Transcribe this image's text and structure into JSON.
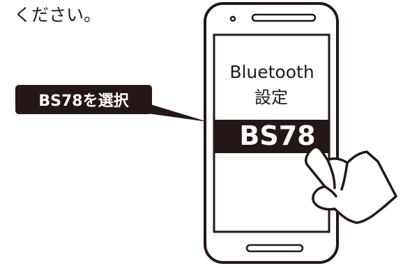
{
  "instruction_fragment": "ください。",
  "callout": {
    "label": "BS78を選択"
  },
  "phone_screen": {
    "menu_title_line1": "Bluetooth",
    "menu_title_line2": "設定",
    "selected_device": "BS78"
  },
  "colors": {
    "ink": "#231815",
    "background": "#ffffff",
    "highlight_text": "#ffffff"
  },
  "icons": [
    "smartphone-icon",
    "pointing-hand-icon",
    "speech-callout-icon"
  ]
}
